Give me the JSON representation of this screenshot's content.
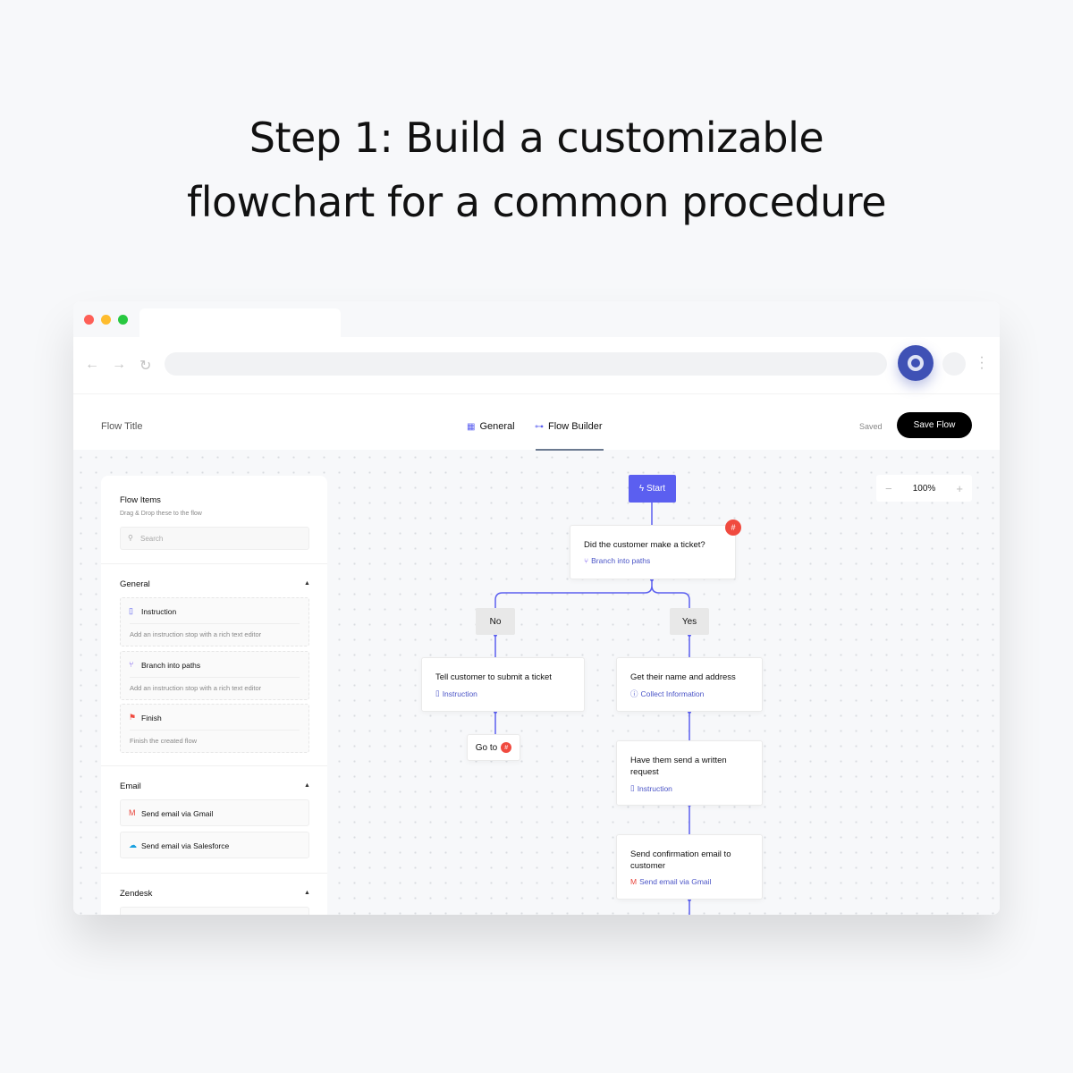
{
  "headline": {
    "line1": "Step 1: Build a customizable",
    "line2": "flowchart for a common procedure"
  },
  "browser": {
    "nav": {
      "back": "←",
      "forward": "→",
      "reload": "↻"
    },
    "menu": "⋮"
  },
  "header": {
    "flow_title": "Flow Title",
    "tabs": [
      {
        "label": "General",
        "icon": "grid-icon"
      },
      {
        "label": "Flow Builder",
        "icon": "flow-icon"
      }
    ],
    "active_tab": "Flow Builder",
    "status": "Saved",
    "save_label": "Save Flow"
  },
  "panel": {
    "title": "Flow Items",
    "subtitle": "Drag & Drop these to the flow",
    "search_placeholder": "Search",
    "sections": [
      {
        "title": "General",
        "items": [
          {
            "label": "Instruction",
            "desc": "Add an instruction stop with a rich text editor",
            "icon": "document-icon"
          },
          {
            "label": "Branch into paths",
            "desc": "Add an instruction stop with a rich text editor",
            "icon": "branch-icon"
          },
          {
            "label": "Finish",
            "desc": "Finish the created flow",
            "icon": "flag-icon"
          }
        ]
      },
      {
        "title": "Email",
        "items": [
          {
            "label": "Send email via Gmail",
            "icon": "gmail-icon"
          },
          {
            "label": "Send email via Salesforce",
            "icon": "salesforce-icon"
          }
        ]
      },
      {
        "title": "Zendesk",
        "items": []
      }
    ]
  },
  "zoom": {
    "minus": "−",
    "value": "100%",
    "plus": "+"
  },
  "flow": {
    "start": "Start",
    "question": {
      "title": "Did the customer make a ticket?",
      "type": "Branch into paths",
      "badge": "#"
    },
    "no_label": "No",
    "yes_label": "Yes",
    "no_step": {
      "title": "Tell customer to submit a ticket",
      "type": "Instruction"
    },
    "goto": {
      "label": "Go to",
      "badge": "#"
    },
    "yes_steps": [
      {
        "title": "Get their name and address",
        "type": "Collect Information"
      },
      {
        "title": "Have them send a written request",
        "type": "Instruction"
      },
      {
        "title": "Send confirmation email to customer",
        "type": "Send email via Gmail"
      }
    ]
  },
  "colors": {
    "accent": "#5b5ff0",
    "link": "#4b55c7",
    "badge": "#f04a3f",
    "connector": "#5b5ff0",
    "save_button": "#000000"
  }
}
